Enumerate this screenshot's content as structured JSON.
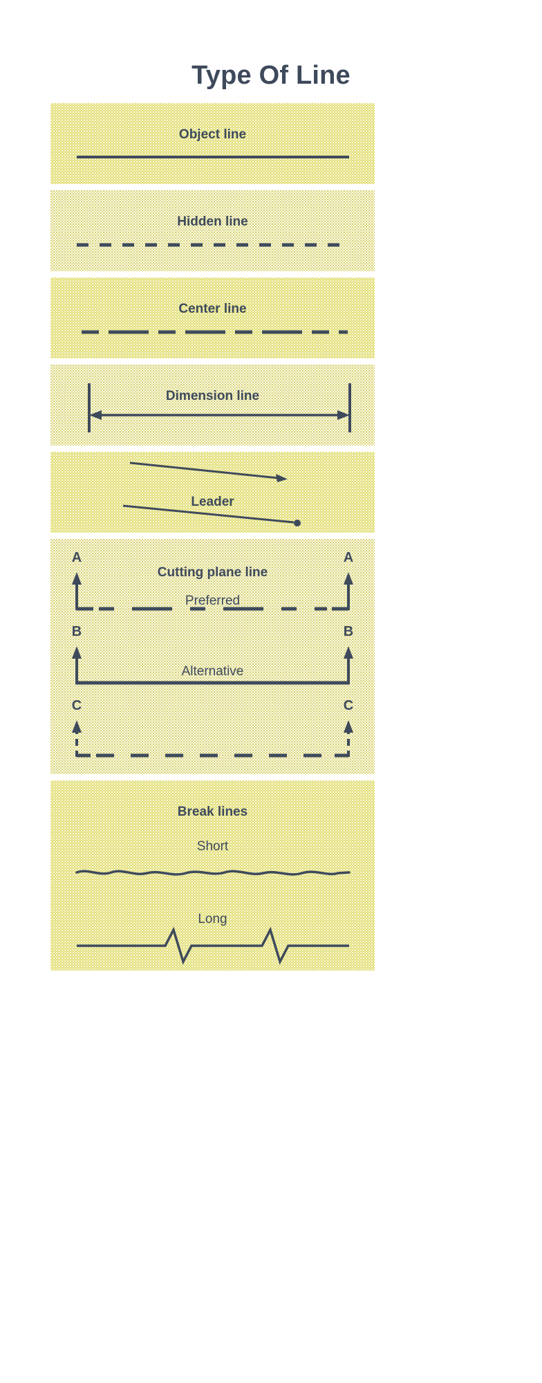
{
  "title": "Type Of Line",
  "colors": {
    "ink": "#3e4a5b",
    "band_dark": "#e2df76",
    "band_light": "#faf8e8",
    "page_bg": "#ffffff"
  },
  "blocks": [
    {
      "id": "object-line",
      "label": "Object line",
      "shade": "dark",
      "line_style": "solid",
      "description": "A single continuous heavy straight line"
    },
    {
      "id": "hidden-line",
      "label": "Hidden line",
      "shade": "light",
      "line_style": "evenly-dashed",
      "description": "A row of short evenly spaced dashes"
    },
    {
      "id": "center-line",
      "label": "Center line",
      "shade": "dark",
      "line_style": "long-short-alternating",
      "description": "Alternating long and short dashes"
    },
    {
      "id": "dimension-line",
      "label": "Dimension line",
      "shade": "light",
      "line_style": "double-arrow-with-extension-lines",
      "description": "Horizontal line with arrowheads at both ends between two vertical extension lines"
    },
    {
      "id": "leader",
      "label": "Leader",
      "shade": "dark",
      "line_style": "two-sloped-leaders",
      "description": "Upper sloped line ending in an arrowhead; lower sloped line ending in a dot"
    },
    {
      "id": "cutting-plane-line",
      "label": "Cutting plane line",
      "shade": "light",
      "line_style": "cutting-plane",
      "variants": [
        {
          "letter": "A",
          "name": "Preferred",
          "style": "phantom-dashed"
        },
        {
          "letter": "B",
          "name": "Alternative",
          "style": "solid"
        },
        {
          "letter": "C",
          "name": "",
          "style": "dashed"
        }
      ]
    },
    {
      "id": "break-lines",
      "label": "Break lines",
      "shade": "dark",
      "line_style": "break",
      "variants": [
        {
          "name": "Short",
          "style": "freehand-wavy"
        },
        {
          "name": "Long",
          "style": "zigzag"
        }
      ]
    }
  ]
}
